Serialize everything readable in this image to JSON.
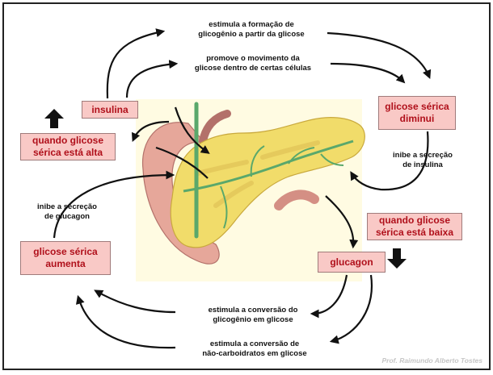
{
  "labels": {
    "insulina": "insulina",
    "glucagon": "glucagon",
    "high_glucose": [
      "quando glicose",
      "sérica está alta"
    ],
    "low_glucose": [
      "quando glicose",
      "sérica está baixa"
    ],
    "glucose_decreases": [
      "glicose sérica",
      "diminui"
    ],
    "glucose_increases": [
      "glicose sérica",
      "aumenta"
    ]
  },
  "actions": {
    "glycogen_formation": [
      "estimula a formação de",
      "glicogênio a partir da glicose"
    ],
    "glucose_movement": [
      "promove o movimento da",
      "glicose dentro de certas células"
    ],
    "inhibit_insulin": [
      "inibe a secreção",
      "de insulina"
    ],
    "inhibit_glucagon": [
      "inibe a secreção",
      "de glucagon"
    ],
    "glycogen_conversion": [
      "estimula a conversão do",
      "glicogênio em glicose"
    ],
    "noncarb_conversion": [
      "estimula a conversão de",
      "não-carboidratos em glicose"
    ]
  },
  "credit": "Prof. Raimundo Alberto Tostes",
  "icons": {
    "up": "arrow-up-icon",
    "down": "arrow-down-icon"
  },
  "colors": {
    "box_fill": "#f9c9c6",
    "box_text": "#b0101b",
    "arrow": "#111111",
    "organ_bg": "#fffbe2",
    "pancreas": "#f1dc6a",
    "duodenum": "#e6a79a"
  }
}
